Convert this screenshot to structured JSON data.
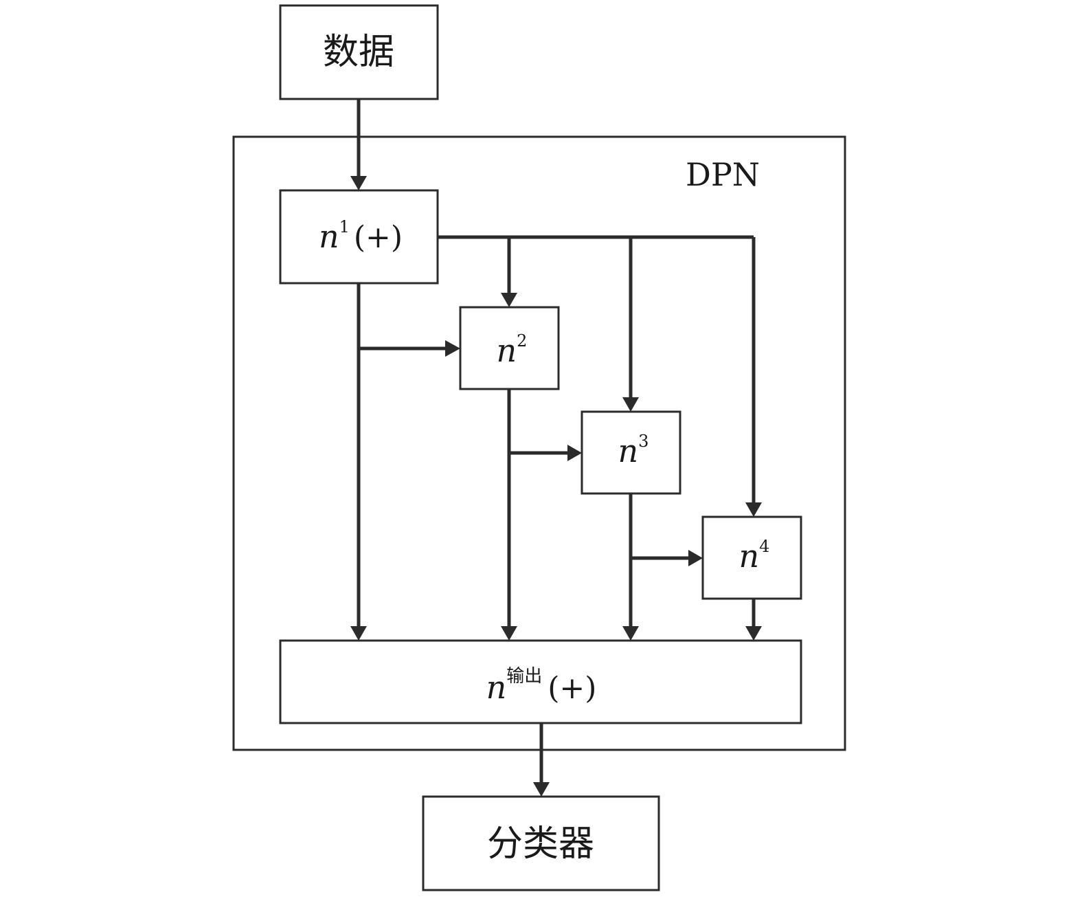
{
  "nodes": {
    "data": {
      "label": "数据"
    },
    "dpn": {
      "label": "DPN"
    },
    "n1": {
      "base": "n",
      "sup": "1",
      "suffix": "(+)"
    },
    "n2": {
      "base": "n",
      "sup": "2"
    },
    "n3": {
      "base": "n",
      "sup": "3"
    },
    "n4": {
      "base": "n",
      "sup": "4"
    },
    "nout": {
      "base": "n",
      "sup": "输出",
      "suffix": "(+)"
    },
    "classifier": {
      "label": "分类器"
    }
  },
  "edges": [
    {
      "from": "data",
      "to": "n1"
    },
    {
      "from": "n1",
      "to": "n2"
    },
    {
      "from": "n1",
      "to": "n3"
    },
    {
      "from": "n1",
      "to": "n4"
    },
    {
      "from": "n1",
      "to": "nout"
    },
    {
      "from": "n2",
      "to": "n3"
    },
    {
      "from": "n2",
      "to": "nout"
    },
    {
      "from": "n3",
      "to": "n4"
    },
    {
      "from": "n3",
      "to": "nout"
    },
    {
      "from": "n4",
      "to": "nout"
    },
    {
      "from": "nout",
      "to": "classifier"
    }
  ]
}
